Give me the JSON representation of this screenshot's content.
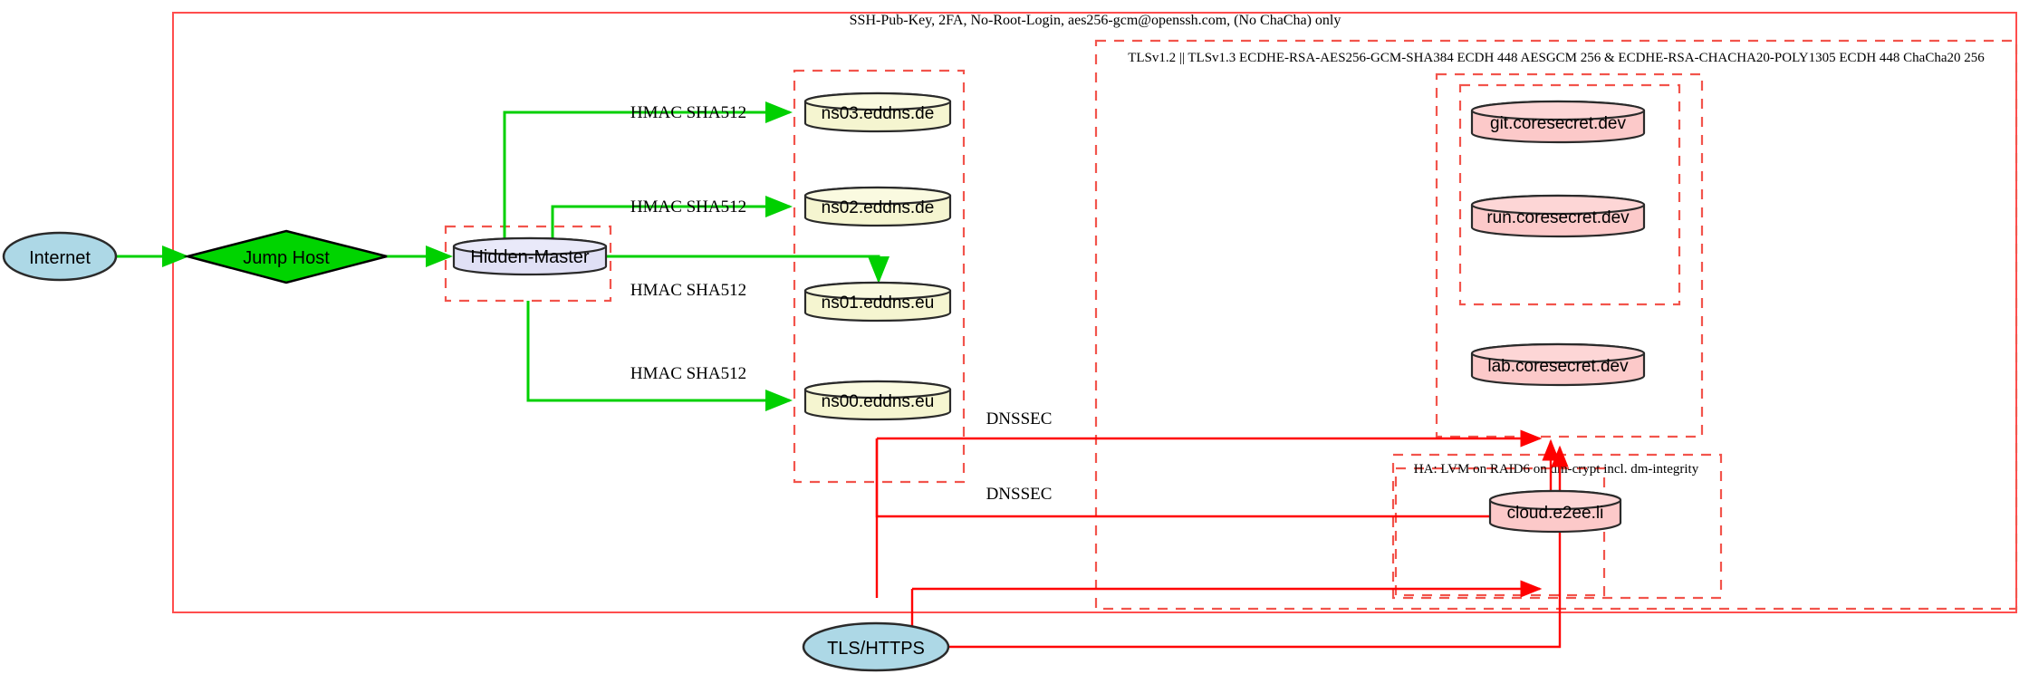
{
  "diagram": {
    "type": "network-architecture",
    "background": "#ffffff",
    "colors": {
      "boundary_red": "#ff0000",
      "dashed_red": "#f2544c",
      "edge_green": "#00d000",
      "node_blue": "#add8e6",
      "node_green": "#00d400",
      "node_lavender": "#e0e0f5",
      "node_cream": "#f5f5d0",
      "node_pink": "#fcc9c9",
      "stroke_dark": "#2a2a2a"
    }
  },
  "clusters": [
    {
      "id": "outer_ssh",
      "label": "SSH-Pub-Key, 2FA, No-Root-Login, aes256-gcm@openssh.com, (No ChaCha) only"
    },
    {
      "id": "tls_suite",
      "label": "TLSv1.2 || TLSv1.3 ECDHE-RSA-AES256-GCM-SHA384 ECDH 448 AESGCM 256 & ECDHE-RSA-CHACHA20-POLY1305 ECDH 448 ChaCha20 256"
    },
    {
      "id": "ha_storage",
      "label": "HA: LVM on RAID6 on dm-crypt incl. dm-integrity"
    },
    {
      "id": "hidden_master_box",
      "label": ""
    },
    {
      "id": "ns_box",
      "label": ""
    },
    {
      "id": "coresecret_box_outer",
      "label": ""
    },
    {
      "id": "coresecret_box_inner",
      "label": ""
    },
    {
      "id": "cloud_box",
      "label": ""
    }
  ],
  "nodes": {
    "internet": {
      "label": "Internet",
      "shape": "ellipse",
      "fill": "#add8e6"
    },
    "jump_host": {
      "label": "Jump Host",
      "shape": "diamond",
      "fill": "#00d400"
    },
    "hidden_master": {
      "label": "Hidden-Master",
      "shape": "cylinder",
      "fill": "#e0e0f5"
    },
    "ns03": {
      "label": "ns03.eddns.de",
      "shape": "cylinder",
      "fill": "#f5f5d0"
    },
    "ns02": {
      "label": "ns02.eddns.de",
      "shape": "cylinder",
      "fill": "#f5f5d0"
    },
    "ns01": {
      "label": "ns01.eddns.eu",
      "shape": "cylinder",
      "fill": "#f5f5d0"
    },
    "ns00": {
      "label": "ns00.eddns.eu",
      "shape": "cylinder",
      "fill": "#f5f5d0"
    },
    "git": {
      "label": "git.coresecret.dev",
      "shape": "cylinder",
      "fill": "#fcc9c9"
    },
    "run": {
      "label": "run.coresecret.dev",
      "shape": "cylinder",
      "fill": "#fcc9c9"
    },
    "lab": {
      "label": "lab.coresecret.dev",
      "shape": "cylinder",
      "fill": "#fcc9c9"
    },
    "cloud": {
      "label": "cloud.e2ee.li",
      "shape": "cylinder",
      "fill": "#fcc9c9"
    },
    "tls_https": {
      "label": "TLS/HTTPS",
      "shape": "ellipse",
      "fill": "#add8e6"
    }
  },
  "edge_labels": {
    "hmac_ns03": "HMAC SHA512",
    "hmac_ns02": "HMAC SHA512",
    "hmac_ns01": "HMAC SHA512",
    "hmac_ns00": "HMAC SHA512",
    "dnssec_upper": "DNSSEC",
    "dnssec_lower": "DNSSEC"
  }
}
